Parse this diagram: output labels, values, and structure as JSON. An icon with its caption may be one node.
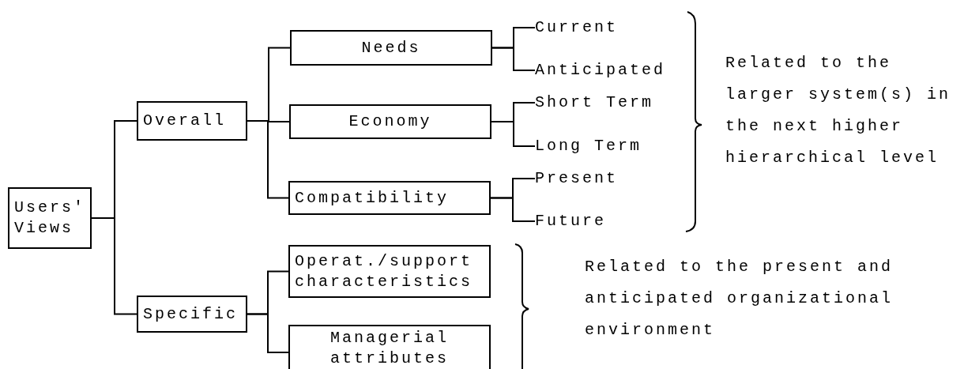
{
  "diagram": {
    "nodes": [
      {
        "text": [
          "Users' Views"
        ]
      },
      {
        "text": [
          "Overall"
        ]
      },
      {
        "text": [
          "Specific"
        ]
      },
      {
        "text": [
          "Needs"
        ]
      },
      {
        "text": [
          "Economy"
        ]
      },
      {
        "text": [
          "Compatibility"
        ]
      },
      {
        "text": [
          "Operat./support characteristics"
        ]
      },
      {
        "text": [
          "Managerial attributes"
        ]
      },
      {
        "text": [
          "Current"
        ]
      },
      {
        "text": [
          "Anticipated"
        ]
      },
      {
        "text": [
          "Short Term"
        ]
      },
      {
        "text": [
          "Long Term"
        ]
      },
      {
        "text": [
          "Present"
        ]
      },
      {
        "text": [
          "Future"
        ]
      }
    ],
    "edges": [
      {
        "from": 0,
        "to": 1,
        "arrow": "none"
      },
      {
        "from": 0,
        "to": 2,
        "arrow": "none"
      },
      {
        "from": 1,
        "to": 3,
        "arrow": "none"
      },
      {
        "from": 1,
        "to": 4,
        "arrow": "none"
      },
      {
        "from": 1,
        "to": 5,
        "arrow": "none"
      },
      {
        "from": 2,
        "to": 6,
        "arrow": "none"
      },
      {
        "from": 2,
        "to": 7,
        "arrow": "none"
      },
      {
        "from": 3,
        "to": 8,
        "arrow": "none"
      },
      {
        "from": 3,
        "to": 9,
        "arrow": "none"
      },
      {
        "from": 4,
        "to": 10,
        "arrow": "none"
      },
      {
        "from": 4,
        "to": 11,
        "arrow": "none"
      },
      {
        "from": 5,
        "to": 12,
        "arrow": "none"
      },
      {
        "from": 5,
        "to": 13,
        "arrow": "none"
      }
    ],
    "labels": [
      "Related to the larger system(s) in the next higher hierarchical level",
      "Related to the present and anticipated organizational environment"
    ]
  }
}
